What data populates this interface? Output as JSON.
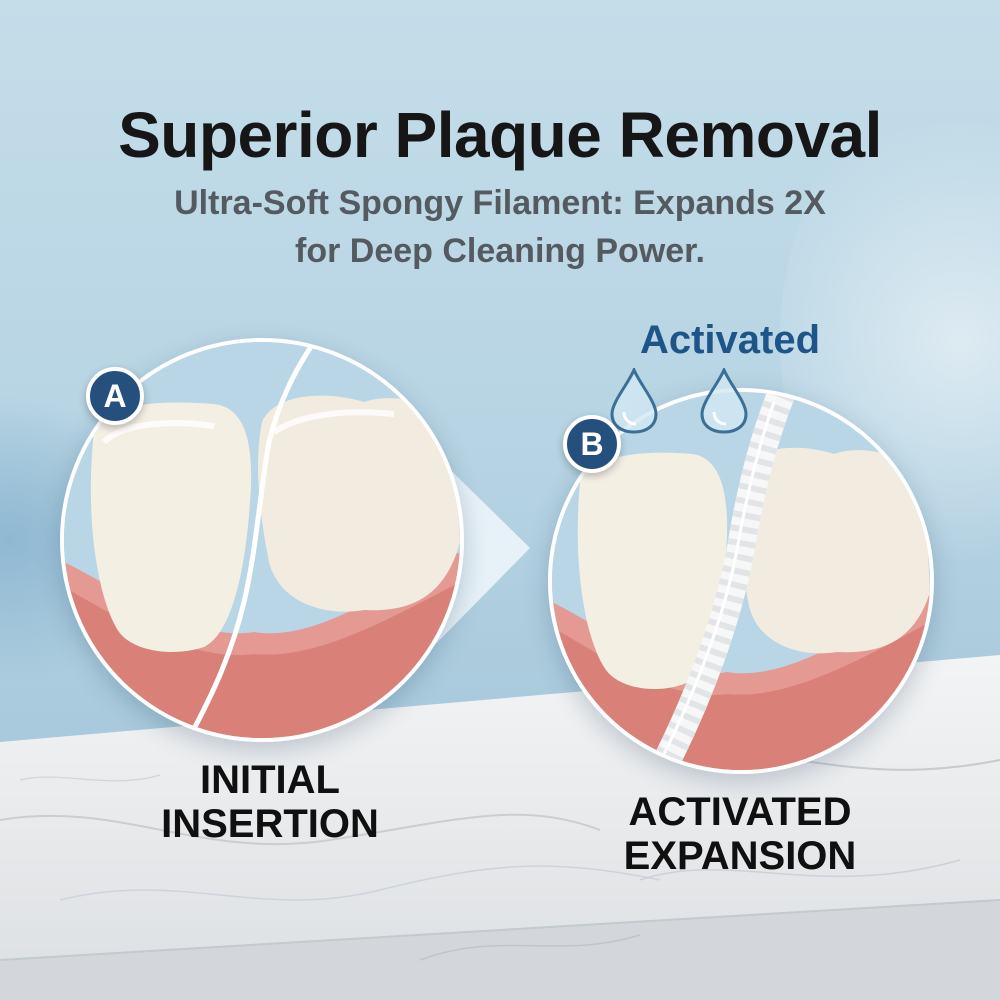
{
  "header": {
    "title": "Superior Plaque Removal",
    "subtitle_line1": "Ultra-Soft Spongy Filament: Expands 2X",
    "subtitle_line2": "for Deep Cleaning Power."
  },
  "panel_a": {
    "badge": "A",
    "label_line1": "INITIAL",
    "label_line2": "INSERTION"
  },
  "panel_b": {
    "badge": "B",
    "tag": "Activated",
    "label_line1": "ACTIVATED",
    "label_line2": "EXPANSION"
  },
  "colors": {
    "badge": "#25507d",
    "activated_text": "#1e5588",
    "title": "#161616",
    "subtitle": "#555a60"
  },
  "icons": [
    "water-drop-icon",
    "water-drop-icon",
    "arrow-right-icon"
  ]
}
